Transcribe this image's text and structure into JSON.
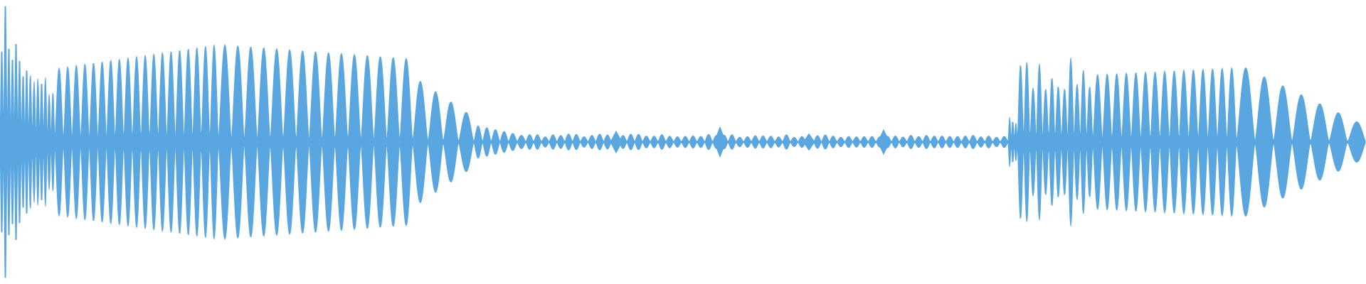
{
  "waveform": {
    "color": "#5aa6e0",
    "background": "#ffffff",
    "description_free": true,
    "segments": [
      {
        "kind": "lobes",
        "start": 0.0,
        "end": 0.021,
        "count": 8,
        "peak_start": 0.95,
        "peak_end": 0.5,
        "jitter": true
      },
      {
        "kind": "lobes",
        "start": 0.021,
        "end": 0.04,
        "count": 7,
        "peak_start": 0.45,
        "peak_end": 0.4,
        "jitter": true
      },
      {
        "kind": "lobes",
        "start": 0.04,
        "end": 0.16,
        "count": 19,
        "peak_start": 0.55,
        "peak_end": 0.72,
        "jitter": false
      },
      {
        "kind": "lobes",
        "start": 0.16,
        "end": 0.302,
        "count": 15,
        "peak_start": 0.72,
        "peak_end": 0.62,
        "jitter": false
      },
      {
        "kind": "lobes",
        "start": 0.302,
        "end": 0.347,
        "count": 4,
        "peak_start": 0.45,
        "peak_end": 0.22,
        "jitter": false
      },
      {
        "kind": "lobes",
        "start": 0.347,
        "end": 0.385,
        "count": 6,
        "peak_start": 0.12,
        "peak_end": 0.05,
        "jitter": false
      },
      {
        "kind": "lobes",
        "start": 0.385,
        "end": 0.738,
        "count": 62,
        "peak_start": 0.05,
        "peak_end": 0.04,
        "jitter": true
      },
      {
        "kind": "lobes",
        "start": 0.738,
        "end": 0.745,
        "count": 3,
        "peak_start": 0.2,
        "peak_end": 0.15,
        "jitter": true
      },
      {
        "kind": "lobes",
        "start": 0.745,
        "end": 0.8,
        "count": 12,
        "peak_start": 0.5,
        "peak_end": 0.5,
        "jitter": true
      },
      {
        "kind": "lobes",
        "start": 0.8,
        "end": 0.905,
        "count": 15,
        "peak_start": 0.5,
        "peak_end": 0.55,
        "jitter": false
      },
      {
        "kind": "lobes",
        "start": 0.905,
        "end": 1.0,
        "count": 7,
        "peak_start": 0.55,
        "peak_end": 0.15,
        "jitter": false
      }
    ],
    "blips": [
      {
        "at": 0.527,
        "amp": 0.11
      },
      {
        "at": 0.451,
        "amp": 0.08
      },
      {
        "at": 0.647,
        "amp": 0.09
      },
      {
        "at": 0.592,
        "amp": 0.06
      }
    ]
  }
}
